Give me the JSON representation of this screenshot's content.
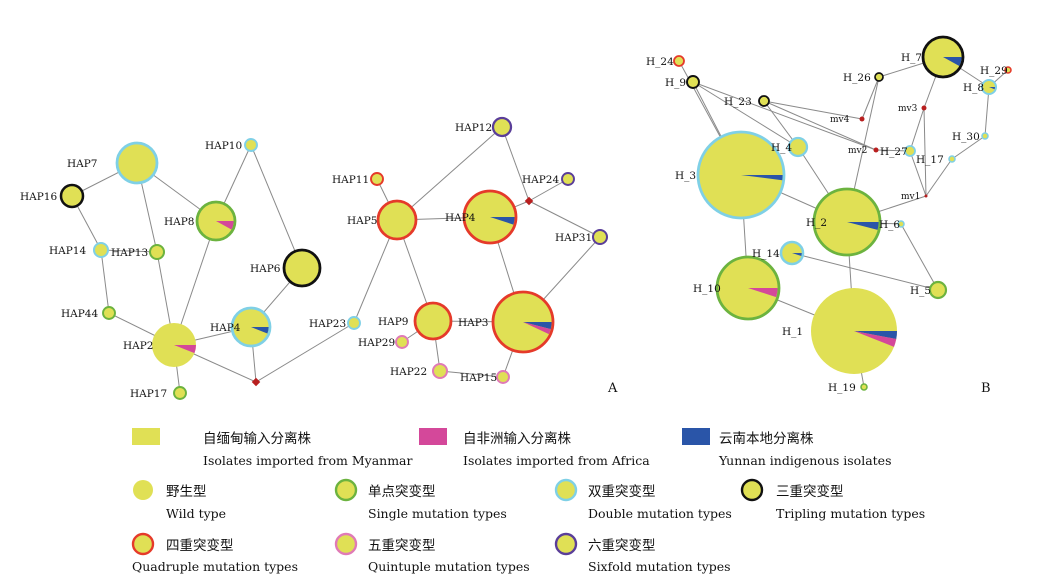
{
  "colors": {
    "wild": "#e0e055",
    "africa": "#d4489a",
    "yunnan": "#2a55a8",
    "single": "#6cb33f",
    "double": "#7fd0e6",
    "triple": "#111111",
    "quadruple": "#e53a2a",
    "quintuple": "#e07ab6",
    "sixfold": "#5a3e99",
    "edge": "#8a8a8a",
    "median": "#b81f1f"
  },
  "panelA": {
    "letter": "A",
    "nodes": [
      {
        "id": "HAP7",
        "label": "HAP7",
        "type": "double",
        "yunnan": 0,
        "africa": 0
      },
      {
        "id": "HAP10",
        "label": "HAP10",
        "type": "double",
        "yunnan": 0,
        "africa": 0
      },
      {
        "id": "HAP16",
        "label": "HAP16",
        "type": "triple",
        "yunnan": 0,
        "africa": 0
      },
      {
        "id": "HAP8",
        "label": "HAP8",
        "type": "single",
        "yunnan": 0,
        "africa": 0.08
      },
      {
        "id": "HAP14",
        "label": "HAP14",
        "type": "double",
        "yunnan": 0,
        "africa": 0
      },
      {
        "id": "HAP13",
        "label": "HAP13",
        "type": "single",
        "yunnan": 0,
        "africa": 0
      },
      {
        "id": "HAP6",
        "label": "HAP6",
        "type": "triple",
        "yunnan": 0,
        "africa": 0
      },
      {
        "id": "HAP44",
        "label": "HAP44",
        "type": "single",
        "yunnan": 0,
        "africa": 0
      },
      {
        "id": "HAP4",
        "label": "HAP4",
        "type": "double",
        "yunnan": 0.06,
        "africa": 0
      },
      {
        "id": "HAP2",
        "label": "HAP2",
        "type": "wild",
        "yunnan": 0,
        "africa": 0.06
      },
      {
        "id": "HAP17",
        "label": "HAP17",
        "type": "single",
        "yunnan": 0,
        "africa": 0
      },
      {
        "id": "HAP23",
        "label": "HAP23",
        "type": "double",
        "yunnan": 0,
        "africa": 0
      },
      {
        "id": "HAP11",
        "label": "HAP11",
        "type": "quadruple",
        "yunnan": 0,
        "africa": 0
      },
      {
        "id": "HAP5",
        "label": "HAP5",
        "type": "quadruple",
        "yunnan": 0,
        "africa": 0
      },
      {
        "id": "HAP4b",
        "label": "HAP4",
        "type": "quadruple",
        "yunnan": 0.05,
        "africa": 0
      },
      {
        "id": "HAP12",
        "label": "HAP12",
        "type": "sixfold",
        "yunnan": 0,
        "africa": 0
      },
      {
        "id": "HAP24",
        "label": "HAP24",
        "type": "sixfold",
        "yunnan": 0,
        "africa": 0
      },
      {
        "id": "HAP31",
        "label": "HAP31",
        "type": "sixfold",
        "yunnan": 0,
        "africa": 0
      },
      {
        "id": "HAP9",
        "label": "HAP9",
        "type": "quadruple",
        "yunnan": 0,
        "africa": 0
      },
      {
        "id": "HAP3",
        "label": "HAP3",
        "type": "quadruple",
        "yunnan": 0.04,
        "africa": 0.03
      },
      {
        "id": "HAP29",
        "label": "HAP29",
        "type": "quintuple",
        "yunnan": 0,
        "africa": 0
      },
      {
        "id": "HAP22",
        "label": "HAP22",
        "type": "quintuple",
        "yunnan": 0,
        "africa": 0
      },
      {
        "id": "HAP15",
        "label": "HAP15",
        "type": "quintuple",
        "yunnan": 0,
        "africa": 0
      }
    ]
  },
  "panelB": {
    "letter": "B",
    "nodes": [
      {
        "id": "H_24",
        "label": "H_24",
        "type": "quadruple",
        "yunnan": 0,
        "africa": 0
      },
      {
        "id": "H_9",
        "label": "H_9",
        "type": "triple",
        "yunnan": 0,
        "africa": 0
      },
      {
        "id": "H_7",
        "label": "H_7",
        "type": "triple",
        "yunnan": 0.08,
        "africa": 0
      },
      {
        "id": "H_29",
        "label": "H_29",
        "type": "quadruple",
        "yunnan": 0,
        "africa": 0
      },
      {
        "id": "H_26",
        "label": "H_26",
        "type": "triple",
        "yunnan": 0,
        "africa": 0
      },
      {
        "id": "H_8",
        "label": "H_8",
        "type": "double",
        "yunnan": 0.06,
        "africa": 0
      },
      {
        "id": "H_23",
        "label": "H_23",
        "type": "triple",
        "yunnan": 0,
        "africa": 0
      },
      {
        "id": "H_4",
        "label": "H_4",
        "type": "double",
        "yunnan": 0,
        "africa": 0
      },
      {
        "id": "H_3",
        "label": "H_3",
        "type": "double",
        "yunnan": 0.02,
        "africa": 0
      },
      {
        "id": "H_30",
        "label": "H_30",
        "type": "double",
        "yunnan": 0,
        "africa": 0
      },
      {
        "id": "H_27",
        "label": "H_27",
        "type": "double",
        "yunnan": 0,
        "africa": 0
      },
      {
        "id": "H_17",
        "label": "H_17",
        "type": "double",
        "yunnan": 0,
        "africa": 0
      },
      {
        "id": "H_2",
        "label": "H_2",
        "type": "single",
        "yunnan": 0.04,
        "africa": 0
      },
      {
        "id": "H_6",
        "label": "H_6",
        "type": "double",
        "yunnan": 0,
        "africa": 0
      },
      {
        "id": "H_14",
        "label": "H_14",
        "type": "double",
        "yunnan": 0.05,
        "africa": 0
      },
      {
        "id": "H_10",
        "label": "H_10",
        "type": "single",
        "yunnan": 0,
        "africa": 0.05
      },
      {
        "id": "H_5",
        "label": "H_5",
        "type": "single",
        "yunnan": 0,
        "africa": 0
      },
      {
        "id": "H_1",
        "label": "H_1",
        "type": "wild",
        "yunnan": 0.03,
        "africa": 0.03
      },
      {
        "id": "H_19",
        "label": "H_19",
        "type": "single",
        "yunnan": 0,
        "africa": 0
      }
    ],
    "median_vectors": [
      "mv4",
      "mv3",
      "mv2",
      "mv1"
    ]
  },
  "legend": {
    "source": [
      {
        "key": "wild",
        "zh": "自缅甸输入分离株",
        "en": "Isolates imported from Myanmar"
      },
      {
        "key": "africa",
        "zh": "自非洲输入分离株",
        "en": "Isolates imported from Africa"
      },
      {
        "key": "yunnan",
        "zh": "云南本地分离株",
        "en": "Yunnan indigenous isolates"
      }
    ],
    "mutation": [
      {
        "key": "wild",
        "zh": "野生型",
        "en": "Wild type"
      },
      {
        "key": "single",
        "zh": "单点突变型",
        "en": "Single mutation types"
      },
      {
        "key": "double",
        "zh": "双重突变型",
        "en": "Double mutation types"
      },
      {
        "key": "triple",
        "zh": "三重突变型",
        "en": "Tripling mutation types"
      },
      {
        "key": "quadruple",
        "zh": "四重突变型",
        "en": "Quadruple mutation types"
      },
      {
        "key": "quintuple",
        "zh": "五重突变型",
        "en": "Quintuple mutation types"
      },
      {
        "key": "sixfold",
        "zh": "六重突变型",
        "en": "Sixfold mutation types"
      }
    ]
  }
}
